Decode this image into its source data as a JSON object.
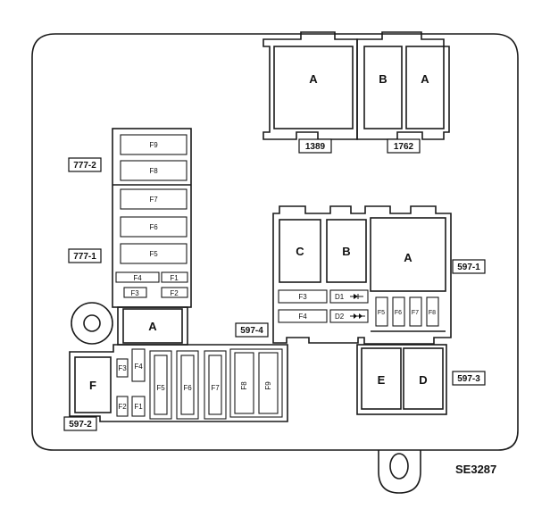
{
  "diagram": {
    "id_label": "SE3287",
    "tags": {
      "t777_2": "777-2",
      "t777_1": "777-1",
      "t597_1": "597-1",
      "t597_2": "597-2",
      "t597_3": "597-3",
      "t597_4": "597-4",
      "t1389": "1389",
      "t1762": "1762"
    },
    "relays": {
      "top_a_1389": "A",
      "top_b_1762": "B",
      "top_a_1762": "A",
      "left_a": "A",
      "r_c": "C",
      "r_b": "B",
      "r_a": "A",
      "r_e": "E",
      "r_d": "D",
      "f_large": "F"
    },
    "fuses_777": {
      "f9": "F9",
      "f8": "F8",
      "f7": "F7",
      "f6": "F6",
      "f5": "F5",
      "f4": "F4",
      "f1": "F1",
      "f3": "F3",
      "f2": "F2"
    },
    "fuses_597_4": {
      "f3": "F3",
      "f4": "F4",
      "d1": "D1",
      "d2": "D2"
    },
    "fuses_597_1": {
      "f5": "F5",
      "f6": "F6",
      "f7": "F7",
      "f8": "F8"
    },
    "fuses_597_2": {
      "f3": "F3",
      "f4": "F4",
      "f2": "F2",
      "f1": "F1",
      "f5": "F5",
      "f6": "F6",
      "f7": "F7",
      "f8": "F8",
      "f9": "F9"
    }
  }
}
